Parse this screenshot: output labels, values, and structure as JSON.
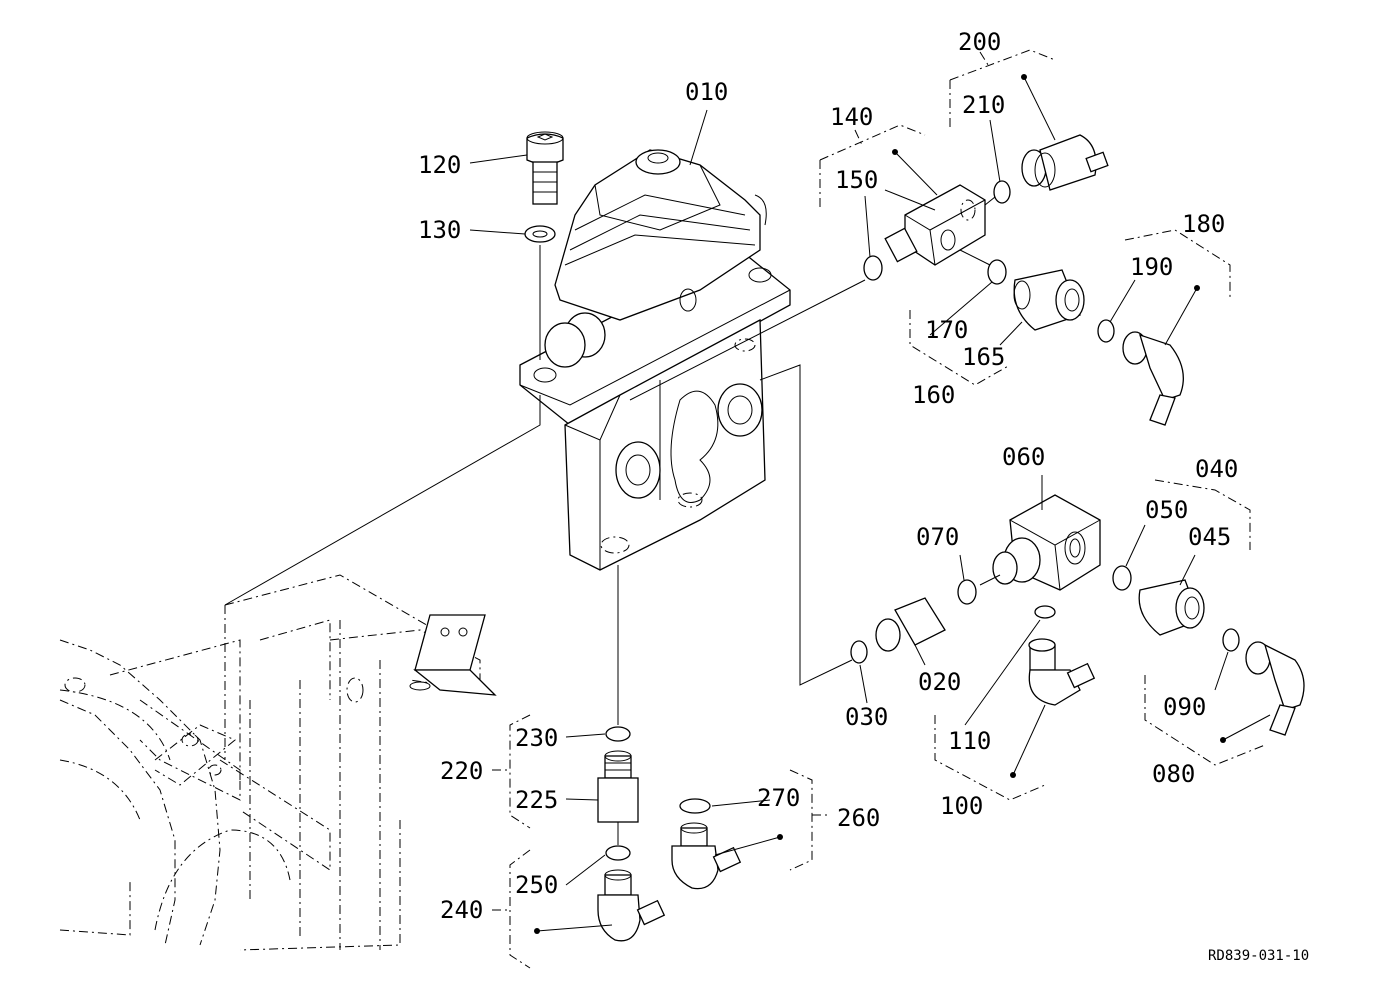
{
  "diagram": {
    "reference_code": "RD839-031-10",
    "callouts": {
      "c010": "010",
      "c020": "020",
      "c030": "030",
      "c040": "040",
      "c045": "045",
      "c050": "050",
      "c060": "060",
      "c070": "070",
      "c080": "080",
      "c090": "090",
      "c100": "100",
      "c110": "110",
      "c120": "120",
      "c130": "130",
      "c140": "140",
      "c150": "150",
      "c160": "160",
      "c165": "165",
      "c170": "170",
      "c180": "180",
      "c190": "190",
      "c200": "200",
      "c210": "210",
      "c220": "220",
      "c225": "225",
      "c230": "230",
      "c240": "240",
      "c250": "250",
      "c260": "260",
      "c270": "270"
    }
  }
}
